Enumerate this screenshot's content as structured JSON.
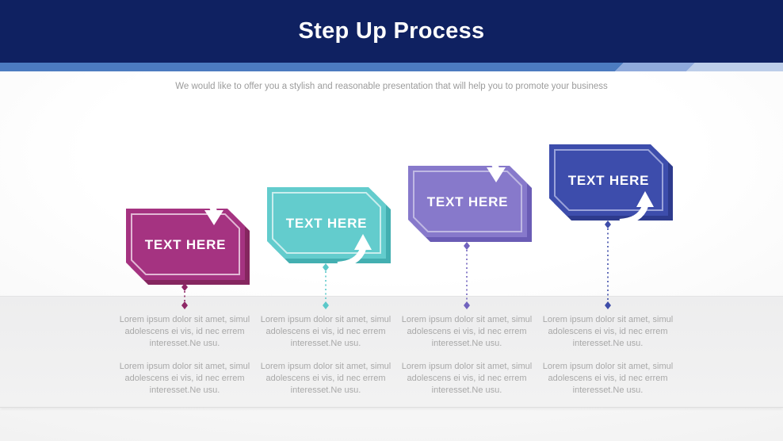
{
  "header": {
    "title": "Step Up Process",
    "bg_color": "#0F2161"
  },
  "subtitle": "We would like to offer you a stylish and reasonable presentation that will help you to promote your business",
  "colors": {
    "stripe_segments": [
      "#4C7BC0",
      "#8FAADC",
      "#BDCEE9"
    ],
    "band_gray": "#EDEDEE",
    "body_text_gray": "#A8A8A8"
  },
  "steps": [
    {
      "label": "TEXT HERE",
      "fill": "#A53381",
      "shadow": "#85265F",
      "inner_border": "#E2B8D5",
      "connector": "#8E2766",
      "arrow": "down",
      "paragraphs": [
        "Lorem ipsum dolor sit amet, simul adolescens ei vis, id nec errem interesset.Ne usu.",
        "Lorem ipsum dolor sit amet, simul adolescens ei vis, id nec errem interesset.Ne usu."
      ]
    },
    {
      "label": "TEXT HERE",
      "fill": "#63CCCD",
      "shadow": "#43AFB1",
      "inner_border": "#C9EDED",
      "connector": "#5BC8C9",
      "arrow": "up",
      "paragraphs": [
        "Lorem ipsum dolor sit amet, simul adolescens ei vis, id nec errem interesset.Ne usu.",
        "Lorem ipsum dolor sit amet, simul adolescens ei vis, id nec errem interesset.Ne usu."
      ]
    },
    {
      "label": "TEXT HERE",
      "fill": "#8779CB",
      "shadow": "#6A5CB5",
      "inner_border": "#BFB8E3",
      "connector": "#7163BE",
      "arrow": "down",
      "paragraphs": [
        "Lorem ipsum dolor sit amet, simul adolescens ei vis, id nec errem interesset.Ne usu.",
        "Lorem ipsum dolor sit amet, simul adolescens ei vis, id nec errem interesset.Ne usu."
      ]
    },
    {
      "label": "TEXT HERE",
      "fill": "#3D4DAC",
      "shadow": "#2E3B8D",
      "inner_border": "#9AA3DA",
      "connector": "#3E4DA9",
      "arrow": "up",
      "paragraphs": [
        "Lorem ipsum dolor sit amet, simul adolescens ei vis, id nec errem interesset.Ne usu.",
        "Lorem ipsum dolor sit amet, simul adolescens ei vis, id nec errem interesset.Ne usu."
      ]
    }
  ]
}
